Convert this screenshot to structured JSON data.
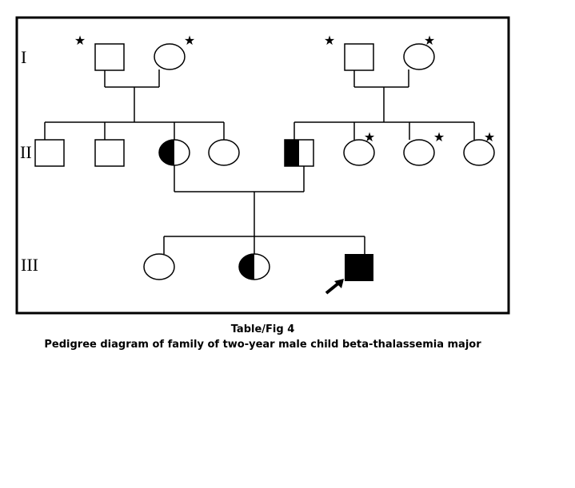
{
  "figure": {
    "title": "Table/Fig 4",
    "caption": "Pedigree diagram of family of two-year male child beta-thalassemia major"
  },
  "generations": [
    {
      "label": "I"
    },
    {
      "label": "II"
    },
    {
      "label": "III"
    }
  ],
  "legend_semantics": {
    "filled": "affected (beta-thalassemia major)",
    "half_filled": "carrier (trait)",
    "empty": "unaffected / status unknown",
    "star": "individual marked with star",
    "arrow": "proband"
  },
  "individuals": [
    {
      "id": "I-1",
      "generation": "I",
      "sex": "male",
      "status": "unaffected",
      "star": true
    },
    {
      "id": "I-2",
      "generation": "I",
      "sex": "female",
      "status": "unaffected",
      "star": true
    },
    {
      "id": "I-3",
      "generation": "I",
      "sex": "male",
      "status": "unaffected",
      "star": true
    },
    {
      "id": "I-4",
      "generation": "I",
      "sex": "female",
      "status": "unaffected",
      "star": true
    },
    {
      "id": "II-1",
      "generation": "II",
      "sex": "male",
      "status": "unaffected",
      "star": false
    },
    {
      "id": "II-2",
      "generation": "II",
      "sex": "male",
      "status": "unaffected",
      "star": false
    },
    {
      "id": "II-3",
      "generation": "II",
      "sex": "female",
      "status": "carrier",
      "star": false
    },
    {
      "id": "II-4",
      "generation": "II",
      "sex": "female",
      "status": "unaffected",
      "star": false
    },
    {
      "id": "II-5",
      "generation": "II",
      "sex": "male",
      "status": "carrier",
      "star": false
    },
    {
      "id": "II-6",
      "generation": "II",
      "sex": "female",
      "status": "unaffected",
      "star": true
    },
    {
      "id": "II-7",
      "generation": "II",
      "sex": "female",
      "status": "unaffected",
      "star": true
    },
    {
      "id": "II-8",
      "generation": "II",
      "sex": "female",
      "status": "unaffected",
      "star": true
    },
    {
      "id": "III-1",
      "generation": "III",
      "sex": "female",
      "status": "unaffected",
      "star": false
    },
    {
      "id": "III-2",
      "generation": "III",
      "sex": "female",
      "status": "carrier",
      "star": false
    },
    {
      "id": "III-3",
      "generation": "III",
      "sex": "male",
      "status": "affected",
      "star": false,
      "proband": true
    }
  ],
  "relationships": [
    {
      "type": "mating",
      "partners": [
        "I-1",
        "I-2"
      ],
      "children": [
        "II-1",
        "II-2",
        "II-3",
        "II-4"
      ]
    },
    {
      "type": "mating",
      "partners": [
        "I-3",
        "I-4"
      ],
      "children": [
        "II-5",
        "II-6",
        "II-7",
        "II-8"
      ]
    },
    {
      "type": "mating",
      "partners": [
        "II-3",
        "II-5"
      ],
      "children": [
        "III-1",
        "III-2",
        "III-3"
      ]
    }
  ]
}
